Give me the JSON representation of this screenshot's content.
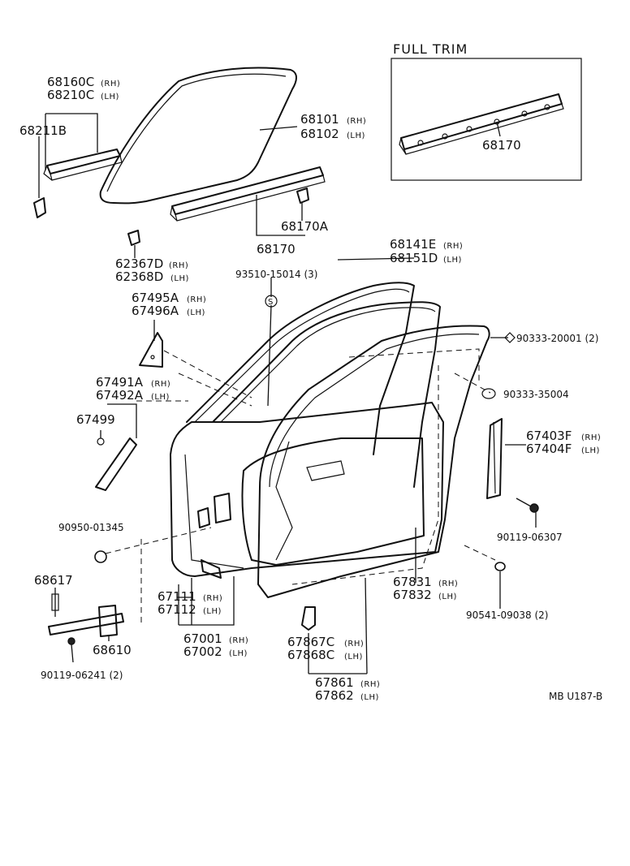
{
  "labels": {
    "full_trim_title": "FULL TRIM",
    "p68160C": "68160C",
    "p68160C_sfx": "(RH)",
    "p68210C": "68210C",
    "p68210C_sfx": "(LH)",
    "p68211B": "68211B",
    "p68101": "68101",
    "p68101_sfx": "(RH)",
    "p68102": "68102",
    "p68102_sfx": "(LH)",
    "p68170_trim": "68170",
    "p68170A": "68170A",
    "p68170": "68170",
    "p62367D": "62367D",
    "p62367D_sfx": "(RH)",
    "p62368D": "62368D",
    "p62368D_sfx": "(LH)",
    "p68141E": "68141E",
    "p68141E_sfx": "(RH)",
    "p68151D": "68151D",
    "p68151D_sfx": "(LH)",
    "p93510": "93510-15014 (3)",
    "s_mark": "S",
    "p67495A": "67495A",
    "p67495A_sfx": "(RH)",
    "p67496A": "67496A",
    "p67496A_sfx": "(LH)",
    "p90333_20001": "90333-20001 (2)",
    "p67491A": "67491A",
    "p67491A_sfx": "(RH)",
    "p67492A": "67492A",
    "p67492A_sfx": "(LH)",
    "p90333_35004": "90333-35004",
    "p67499": "67499",
    "p67403F": "67403F",
    "p67403F_sfx": "(RH)",
    "p67404F": "67404F",
    "p67404F_sfx": "(LH)",
    "p90950": "90950-01345",
    "p90119_06307": "90119-06307",
    "p68617": "68617",
    "p67111": "67111",
    "p67111_sfx": "(RH)",
    "p67112": "67112",
    "p67112_sfx": "(LH)",
    "p67831": "67831",
    "p67831_sfx": "(RH)",
    "p67832": "67832",
    "p67832_sfx": "(LH)",
    "p90541": "90541-09038 (2)",
    "p68610": "68610",
    "p67001": "67001",
    "p67001_sfx": "(RH)",
    "p67002": "67002",
    "p67002_sfx": "(LH)",
    "p67867C": "67867C",
    "p67867C_sfx": "(RH)",
    "p67868C": "67868C",
    "p67868C_sfx": "(LH)",
    "p90119_06241": "90119-06241 (2)",
    "p67861": "67861",
    "p67861_sfx": "(RH)",
    "p67862": "67862",
    "p67862_sfx": "(LH)",
    "diagram_code": "MB U187-B"
  }
}
